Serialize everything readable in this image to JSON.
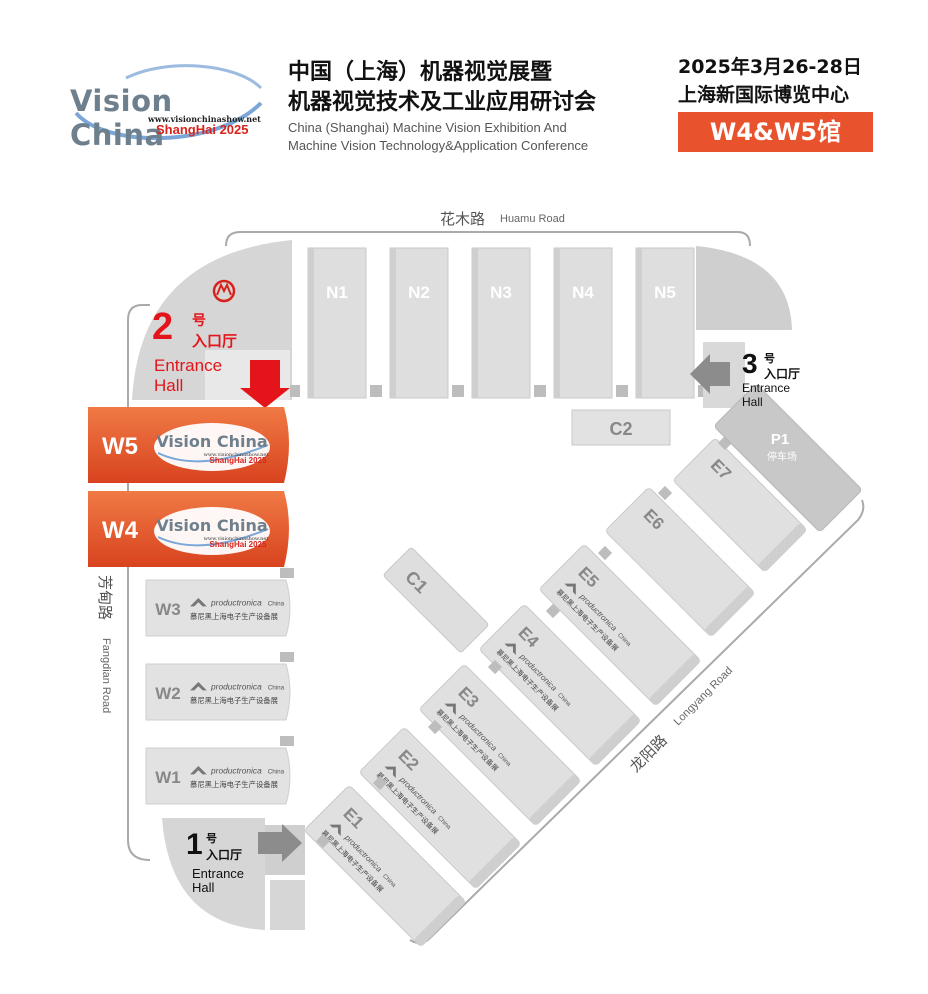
{
  "header": {
    "logo": {
      "brand": "Vision China",
      "url": "www.visionchinashow.net",
      "edition": "ShangHai 2025"
    },
    "title_cn_line1": "中国（上海）机器视觉展暨",
    "title_cn_line2": "机器视觉技术及工业应用研讨会",
    "title_en_line1": "China (Shanghai) Machine Vision Exhibition And",
    "title_en_line2": "Machine Vision Technology&Application Conference",
    "date": "2025年3月26-28日",
    "venue": "上海新国际博览中心",
    "halls_badge": "W4&W5馆"
  },
  "map": {
    "roads": {
      "north_cn": "花木路",
      "north_en": "Huamu Road",
      "west_cn": "芳甸路",
      "west_en": "Fangdian Road",
      "southeast_cn": "龙阳路",
      "southeast_en": "Longyang Road"
    },
    "north_halls": [
      "N1",
      "N2",
      "N3",
      "N4",
      "N5"
    ],
    "central": [
      "C2",
      "C1"
    ],
    "east_halls": [
      "E7",
      "E6"
    ],
    "productronica_halls": [
      "E5",
      "E4",
      "E3",
      "E2",
      "E1"
    ],
    "west_halls": [
      "W3",
      "W2",
      "W1"
    ],
    "featured_halls": [
      "W5",
      "W4"
    ],
    "parking": {
      "code": "P1",
      "label": "停车场"
    },
    "entrance_1": {
      "num": "1",
      "hao": "号",
      "label_cn": "入口厅",
      "label_en_1": "Entrance",
      "label_en_2": "Hall"
    },
    "entrance_2": {
      "num": "2",
      "hao": "号",
      "label_cn": "入口厅",
      "label_en_1": "Entrance",
      "label_en_2": "Hall"
    },
    "entrance_3": {
      "num": "3",
      "hao": "号",
      "label_cn": "入口厅",
      "label_en_1": "Entrance",
      "label_en_2": "Hall"
    },
    "productronica": {
      "brand": "productronica",
      "suffix": "China",
      "cn": "慕尼黑上海电子生产设备展"
    },
    "colors": {
      "accent_orange": "#e8532d",
      "accent_red": "#d8231c",
      "hall_gray": "#dcdcdc"
    }
  }
}
